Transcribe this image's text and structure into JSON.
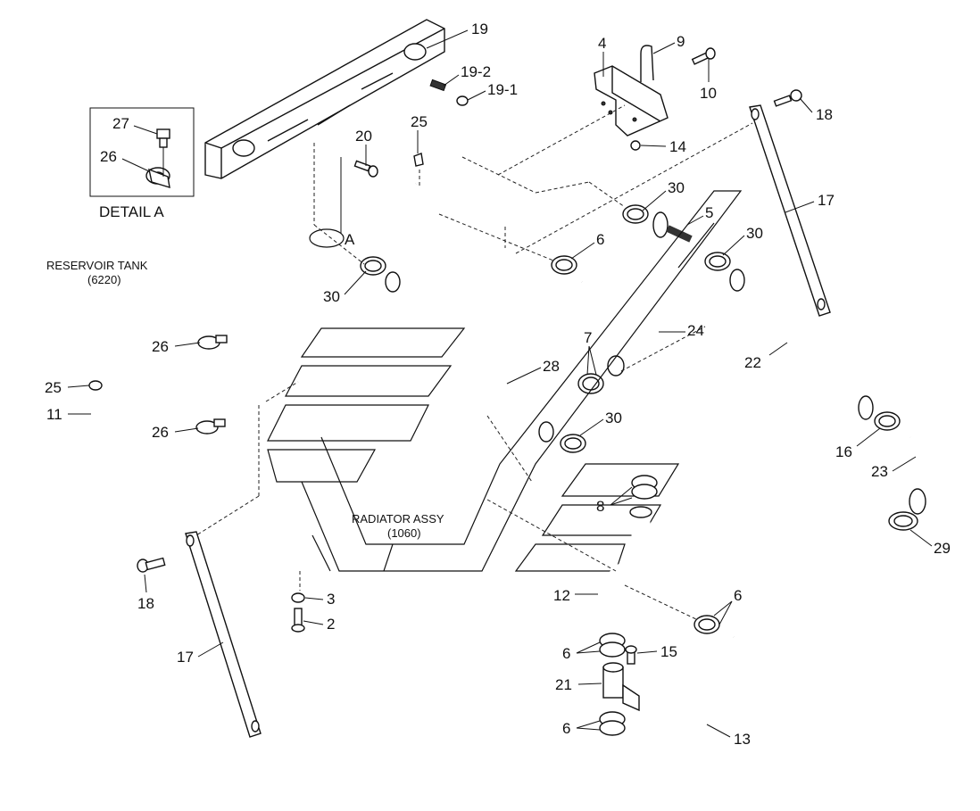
{
  "detail_box": {
    "title": "DETAIL A",
    "labels": [
      "27",
      "26"
    ]
  },
  "reservoir": {
    "name": "RESERVOIR TANK",
    "code": "(6220)"
  },
  "radiator": {
    "name": "RADIATOR ASSY",
    "code": "(1060)"
  },
  "section_marker": "A",
  "callouts": {
    "c19": "19",
    "c19_2": "19-2",
    "c19_1": "19-1",
    "c4": "4",
    "c9": "9",
    "c10": "10",
    "c14": "14",
    "c18_right": "18",
    "c17_right": "17",
    "c20": "20",
    "c25_top": "25",
    "c30_a": "30",
    "c5": "5",
    "c30_b": "30",
    "c6_top": "6",
    "c30_left": "30",
    "c24": "24",
    "c7": "7",
    "c28": "28",
    "c22": "22",
    "c26_upper": "26",
    "c25_left": "25",
    "c11": "11",
    "c26_lower": "26",
    "c30_mid": "30",
    "c16": "16",
    "c23": "23",
    "c29": "29",
    "c8": "8",
    "c12": "12",
    "c6_mid": "6",
    "c18_left": "18",
    "c3": "3",
    "c2": "2",
    "c17_left": "17",
    "c6_lower_a": "6",
    "c15": "15",
    "c21": "21",
    "c6_lower_b": "6",
    "c13": "13"
  }
}
